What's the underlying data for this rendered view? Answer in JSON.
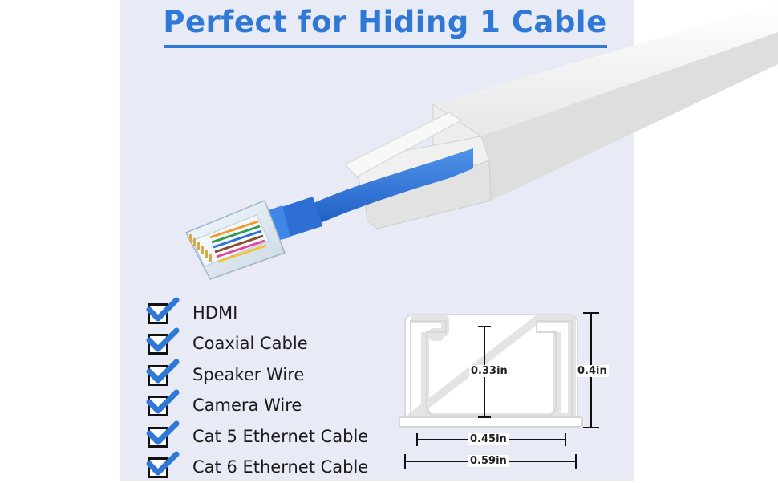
{
  "title": "Perfect for Hiding 1 Cable",
  "cable_types": [
    {
      "label": "HDMI",
      "checked": true
    },
    {
      "label": "Coaxial Cable",
      "checked": true
    },
    {
      "label": "Speaker Wire",
      "checked": true
    },
    {
      "label": "Camera Wire",
      "checked": true
    },
    {
      "label": "Cat 5 Ethernet Cable",
      "checked": true
    },
    {
      "label": "Cat 6 Ethernet Cable",
      "checked": true
    }
  ],
  "dimensions": {
    "inner_height": "0.33in",
    "outer_height": "0.4in",
    "inner_width": "0.45in",
    "outer_width": "0.59in"
  },
  "colors": {
    "accent": "#2f78d6",
    "panel": "#e8ebf5",
    "check_blue": "#2f78d6",
    "cable_blue": "#2e73d9"
  }
}
